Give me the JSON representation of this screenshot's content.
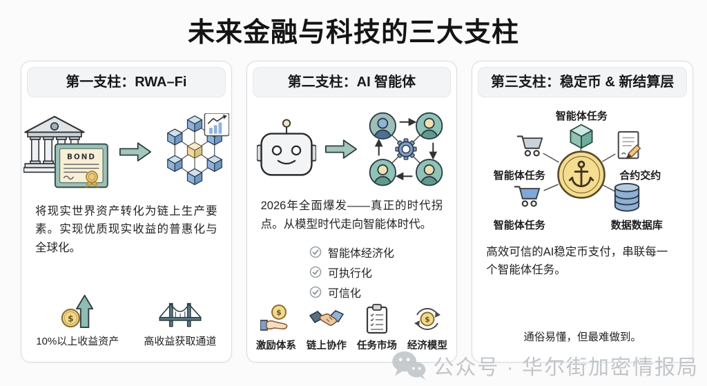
{
  "page": {
    "title": "未来金融与科技的三大支柱",
    "watermark": "公众号 · 华尔街加密情报局"
  },
  "icons": {
    "dollar": "$",
    "bond": "BOND"
  },
  "pillar1": {
    "header": "第一支柱：RWA–Fi",
    "body": "将现实世界资产转化为链上生产要素。实现优质现实收益的普惠化与全球化。",
    "features": [
      {
        "icon": "coin-up-arrow-icon",
        "label": "10%以上收益资产"
      },
      {
        "icon": "bridge-icon",
        "label": "高收益获取通道"
      }
    ]
  },
  "pillar2": {
    "header": "第二支柱：AI 智能体",
    "body": "2026年全面爆发——真正的时代拐点。从模型时代走向智能体时代。",
    "checklist": [
      "智能体经济化",
      "可执行化",
      "可信化"
    ],
    "features": [
      {
        "icon": "hand-coin-icon",
        "label": "激励体系"
      },
      {
        "icon": "handshake-icon",
        "label": "链上协作"
      },
      {
        "icon": "task-clipboard-icon",
        "label": "任务市场"
      },
      {
        "icon": "econ-cycle-icon",
        "label": "经济模型"
      }
    ]
  },
  "pillar3": {
    "header": "第三支柱：稳定币 & 新结算层",
    "nodes": {
      "top": "智能体任务",
      "left_mid": "智能体任务",
      "right_mid": "合约交约",
      "left_bottom": "智能体任务",
      "right_bottom": "数据数据库"
    },
    "body": "高效可信的AI稳定币支付，串联每一个智能体任务。",
    "footer": "通俗易懂，但最难做到。"
  },
  "colors": {
    "accent_teal": "#a3c6be",
    "coin_gold": "#f2d98b",
    "cube_blue": "#8fb3d9",
    "card_border": "#d8dce1",
    "watermark_gray": "#c2c5c8"
  }
}
